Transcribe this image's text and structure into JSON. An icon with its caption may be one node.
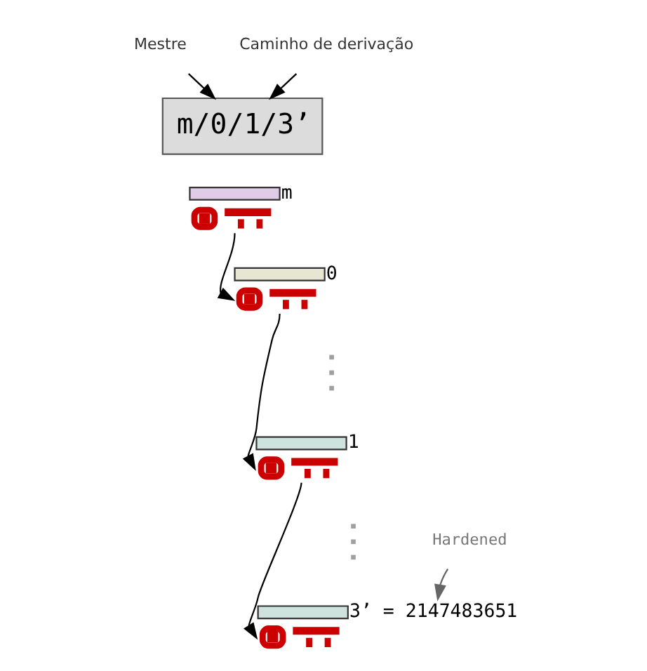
{
  "diagram": {
    "nodes": [
      {
        "text": [
          "Mestre"
        ]
      },
      {
        "text": [
          "Caminho de derivação"
        ]
      },
      {
        "text": [
          "m/0/1/3’"
        ]
      },
      {
        "text": [
          "m"
        ]
      },
      {
        "text": [
          "0"
        ]
      },
      {
        "text": [
          "1"
        ]
      },
      {
        "text": [
          "Hardened"
        ]
      },
      {
        "text": [
          "3’ = 2147483651"
        ]
      }
    ],
    "edges": [
      {
        "from": 0,
        "to": 2,
        "arrow": "to"
      },
      {
        "from": 1,
        "to": 2,
        "arrow": "to"
      },
      {
        "from": 3,
        "to": 4,
        "arrow": "to"
      },
      {
        "from": 4,
        "to": 5,
        "arrow": "to"
      },
      {
        "from": 5,
        "to": 7,
        "arrow": "to"
      },
      {
        "from": 6,
        "to": 7,
        "arrow": "to",
        "color": "#666666"
      }
    ]
  }
}
